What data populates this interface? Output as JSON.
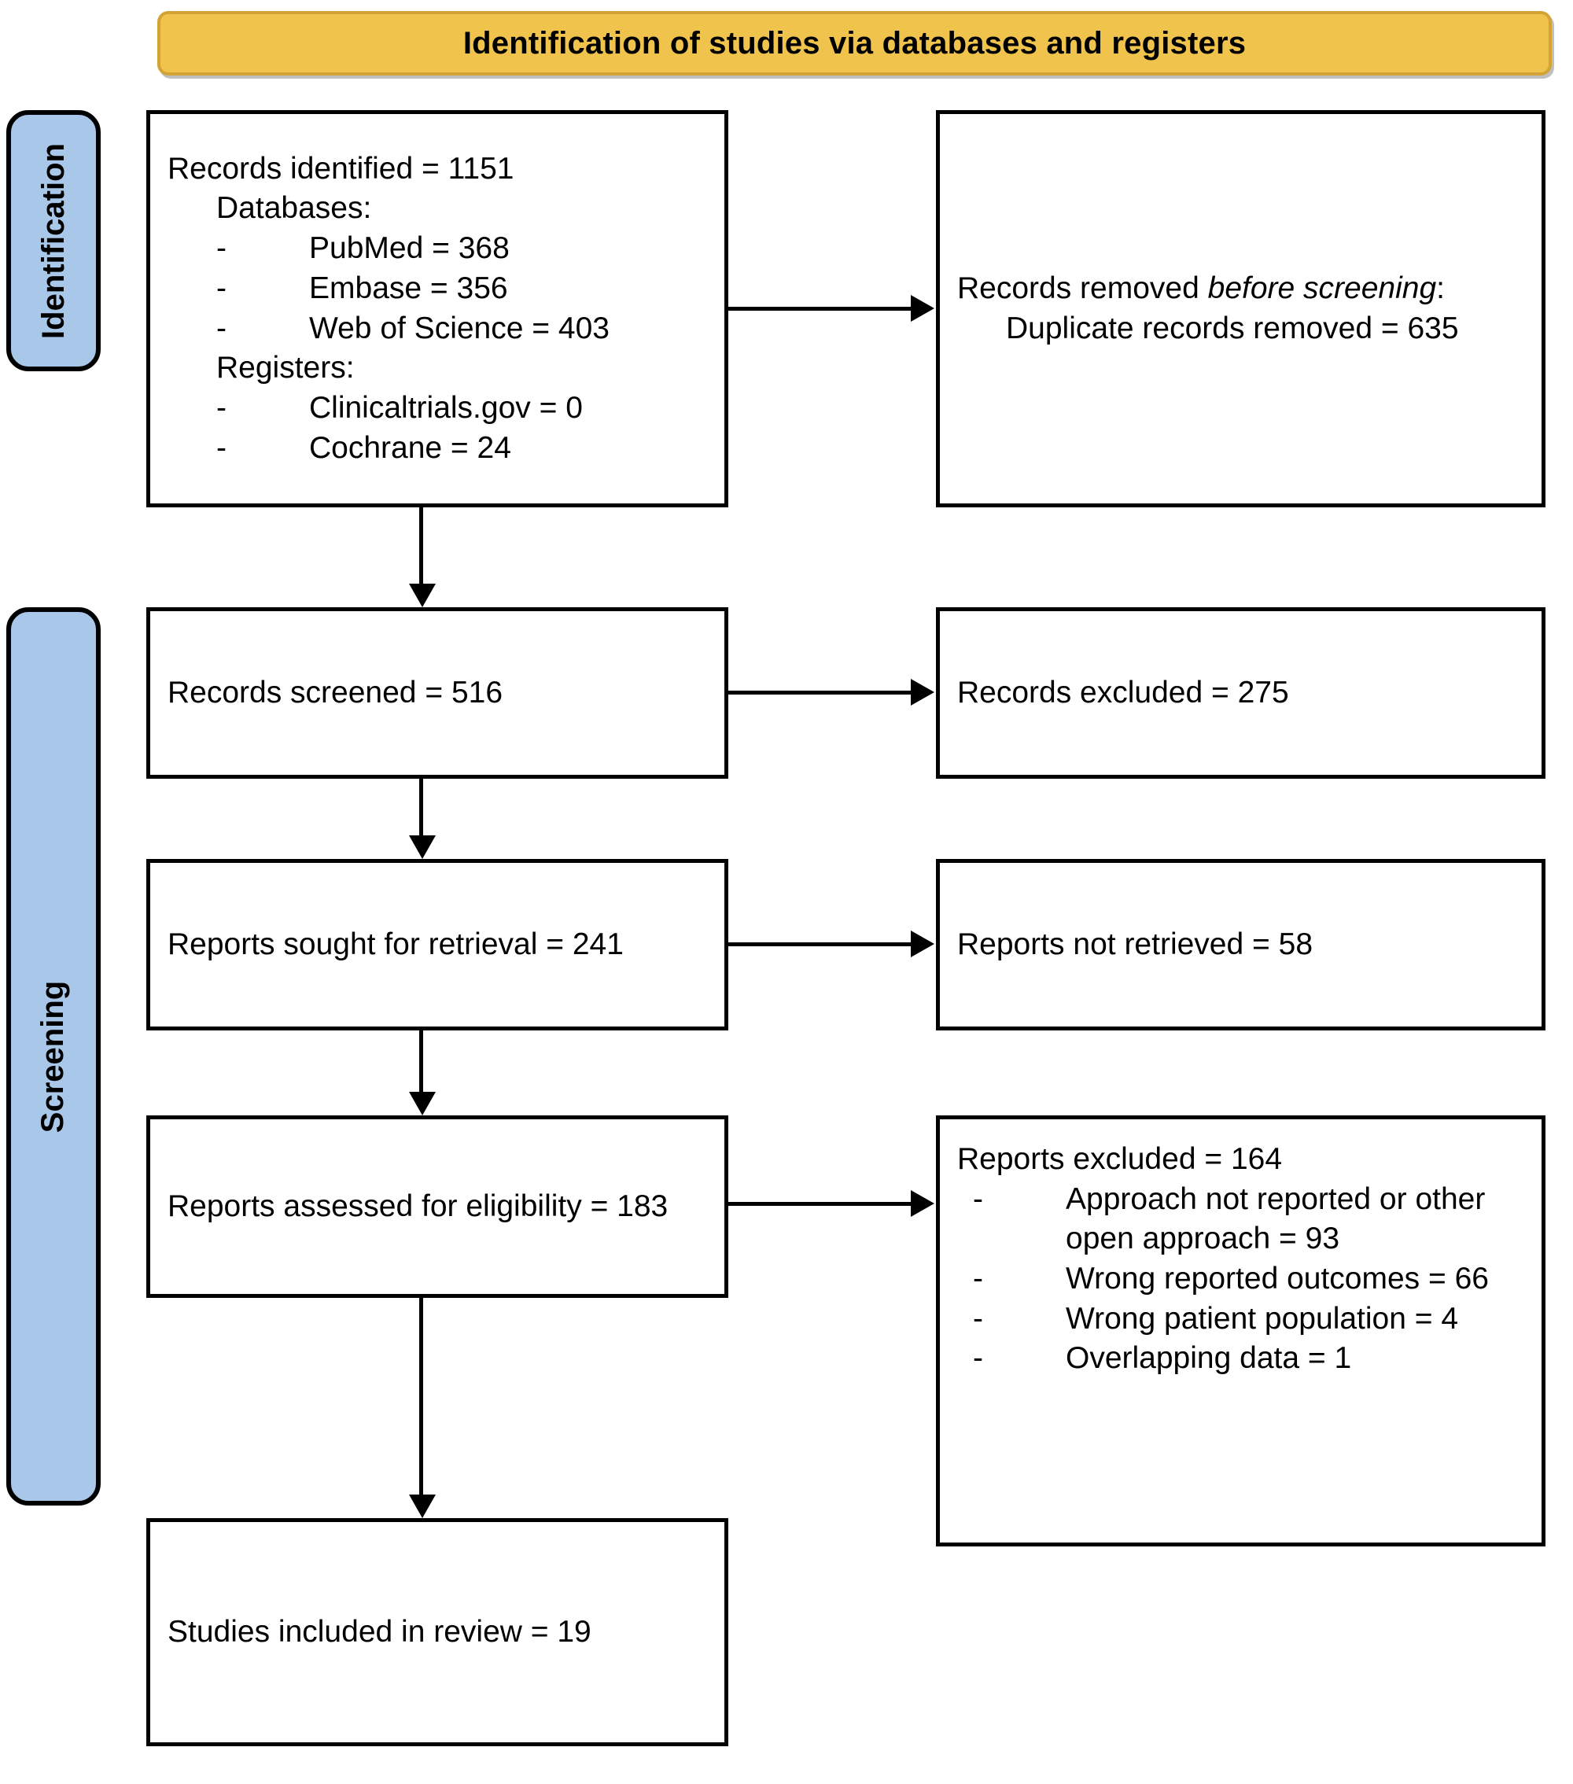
{
  "banner": {
    "title": "Identification of studies via databases and registers"
  },
  "stages": {
    "identification": "Identification",
    "screening": "Screening"
  },
  "boxes": {
    "identified": {
      "lead": "Records identified = 1151",
      "databases_label": "Databases:",
      "databases": [
        "PubMed = 368",
        "Embase = 356",
        "Web of Science = 403"
      ],
      "registers_label": "Registers:",
      "registers": [
        "Clinicaltrials.gov = 0",
        "Cochrane = 24"
      ]
    },
    "removed": {
      "lead_prefix": "Records removed ",
      "lead_italic": "before screening",
      "lead_suffix": ":",
      "detail": "Duplicate records removed = 635"
    },
    "screened": {
      "text": "Records screened = 516"
    },
    "excluded_records": {
      "text": "Records excluded = 275"
    },
    "sought": {
      "text": "Reports sought for retrieval = 241"
    },
    "not_retrieved": {
      "text": "Reports not retrieved = 58"
    },
    "assessed": {
      "text": "Reports assessed for eligibility = 183"
    },
    "reports_excluded": {
      "lead": "Reports excluded = 164",
      "reasons": [
        "Approach not reported or other open approach = 93",
        "Wrong reported outcomes = 66",
        "Wrong patient population = 4",
        "Overlapping data = 1"
      ]
    },
    "included": {
      "text": "Studies included in review = 19"
    }
  },
  "markers": {
    "dash": "-"
  },
  "colors": {
    "banner_fill": "#efc34c",
    "banner_border": "#d3a335",
    "stage_fill": "#a9c7e8",
    "line": "#000000",
    "box_fill": "#ffffff"
  },
  "chart_data": {
    "type": "diagram",
    "title": "Identification of studies via databases and registers",
    "nodes": [
      {
        "id": "identified",
        "label": "Records identified = 1151",
        "value": 1151,
        "stage": "Identification"
      },
      {
        "id": "removed",
        "label": "Duplicate records removed = 635",
        "value": 635,
        "stage": "Identification"
      },
      {
        "id": "screened",
        "label": "Records screened = 516",
        "value": 516,
        "stage": "Screening"
      },
      {
        "id": "excluded_records",
        "label": "Records excluded = 275",
        "value": 275,
        "stage": "Screening"
      },
      {
        "id": "sought",
        "label": "Reports sought for retrieval = 241",
        "value": 241,
        "stage": "Screening"
      },
      {
        "id": "not_retrieved",
        "label": "Reports not retrieved = 58",
        "value": 58,
        "stage": "Screening"
      },
      {
        "id": "assessed",
        "label": "Reports assessed for eligibility = 183",
        "value": 183,
        "stage": "Screening"
      },
      {
        "id": "reports_excluded",
        "label": "Reports excluded = 164",
        "value": 164,
        "stage": "Screening"
      },
      {
        "id": "included",
        "label": "Studies included in review = 19",
        "value": 19,
        "stage": "Screening"
      }
    ],
    "sources": [
      {
        "name": "PubMed",
        "value": 368,
        "type": "database"
      },
      {
        "name": "Embase",
        "value": 356,
        "type": "database"
      },
      {
        "name": "Web of Science",
        "value": 403,
        "type": "database"
      },
      {
        "name": "Clinicaltrials.gov",
        "value": 0,
        "type": "register"
      },
      {
        "name": "Cochrane",
        "value": 24,
        "type": "register"
      }
    ],
    "exclusion_reasons": [
      {
        "reason": "Approach not reported or other open approach",
        "value": 93
      },
      {
        "reason": "Wrong reported outcomes",
        "value": 66
      },
      {
        "reason": "Wrong patient population",
        "value": 4
      },
      {
        "reason": "Overlapping data",
        "value": 1
      }
    ],
    "edges": [
      {
        "from": "identified",
        "to": "removed",
        "direction": "right"
      },
      {
        "from": "identified",
        "to": "screened",
        "direction": "down"
      },
      {
        "from": "screened",
        "to": "excluded_records",
        "direction": "right"
      },
      {
        "from": "screened",
        "to": "sought",
        "direction": "down"
      },
      {
        "from": "sought",
        "to": "not_retrieved",
        "direction": "right"
      },
      {
        "from": "sought",
        "to": "assessed",
        "direction": "down"
      },
      {
        "from": "assessed",
        "to": "reports_excluded",
        "direction": "right"
      },
      {
        "from": "assessed",
        "to": "included",
        "direction": "down"
      }
    ]
  }
}
